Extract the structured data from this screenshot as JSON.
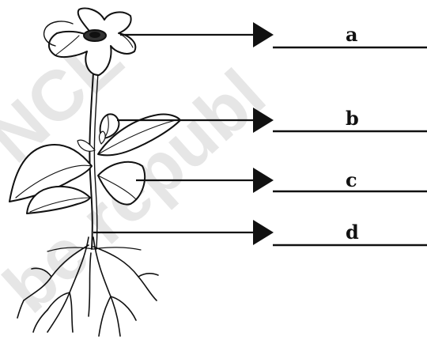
{
  "watermark": {
    "line1": "NCE",
    "line2": "be republ"
  },
  "labels": {
    "a": "a",
    "b": "b",
    "c": "c",
    "d": "d"
  },
  "colors": {
    "ink": "#111111",
    "watermark": "#e6e6e6"
  },
  "icons": {
    "plant": "flowering-plant-illustration",
    "arrow": "right-arrow-icon"
  }
}
